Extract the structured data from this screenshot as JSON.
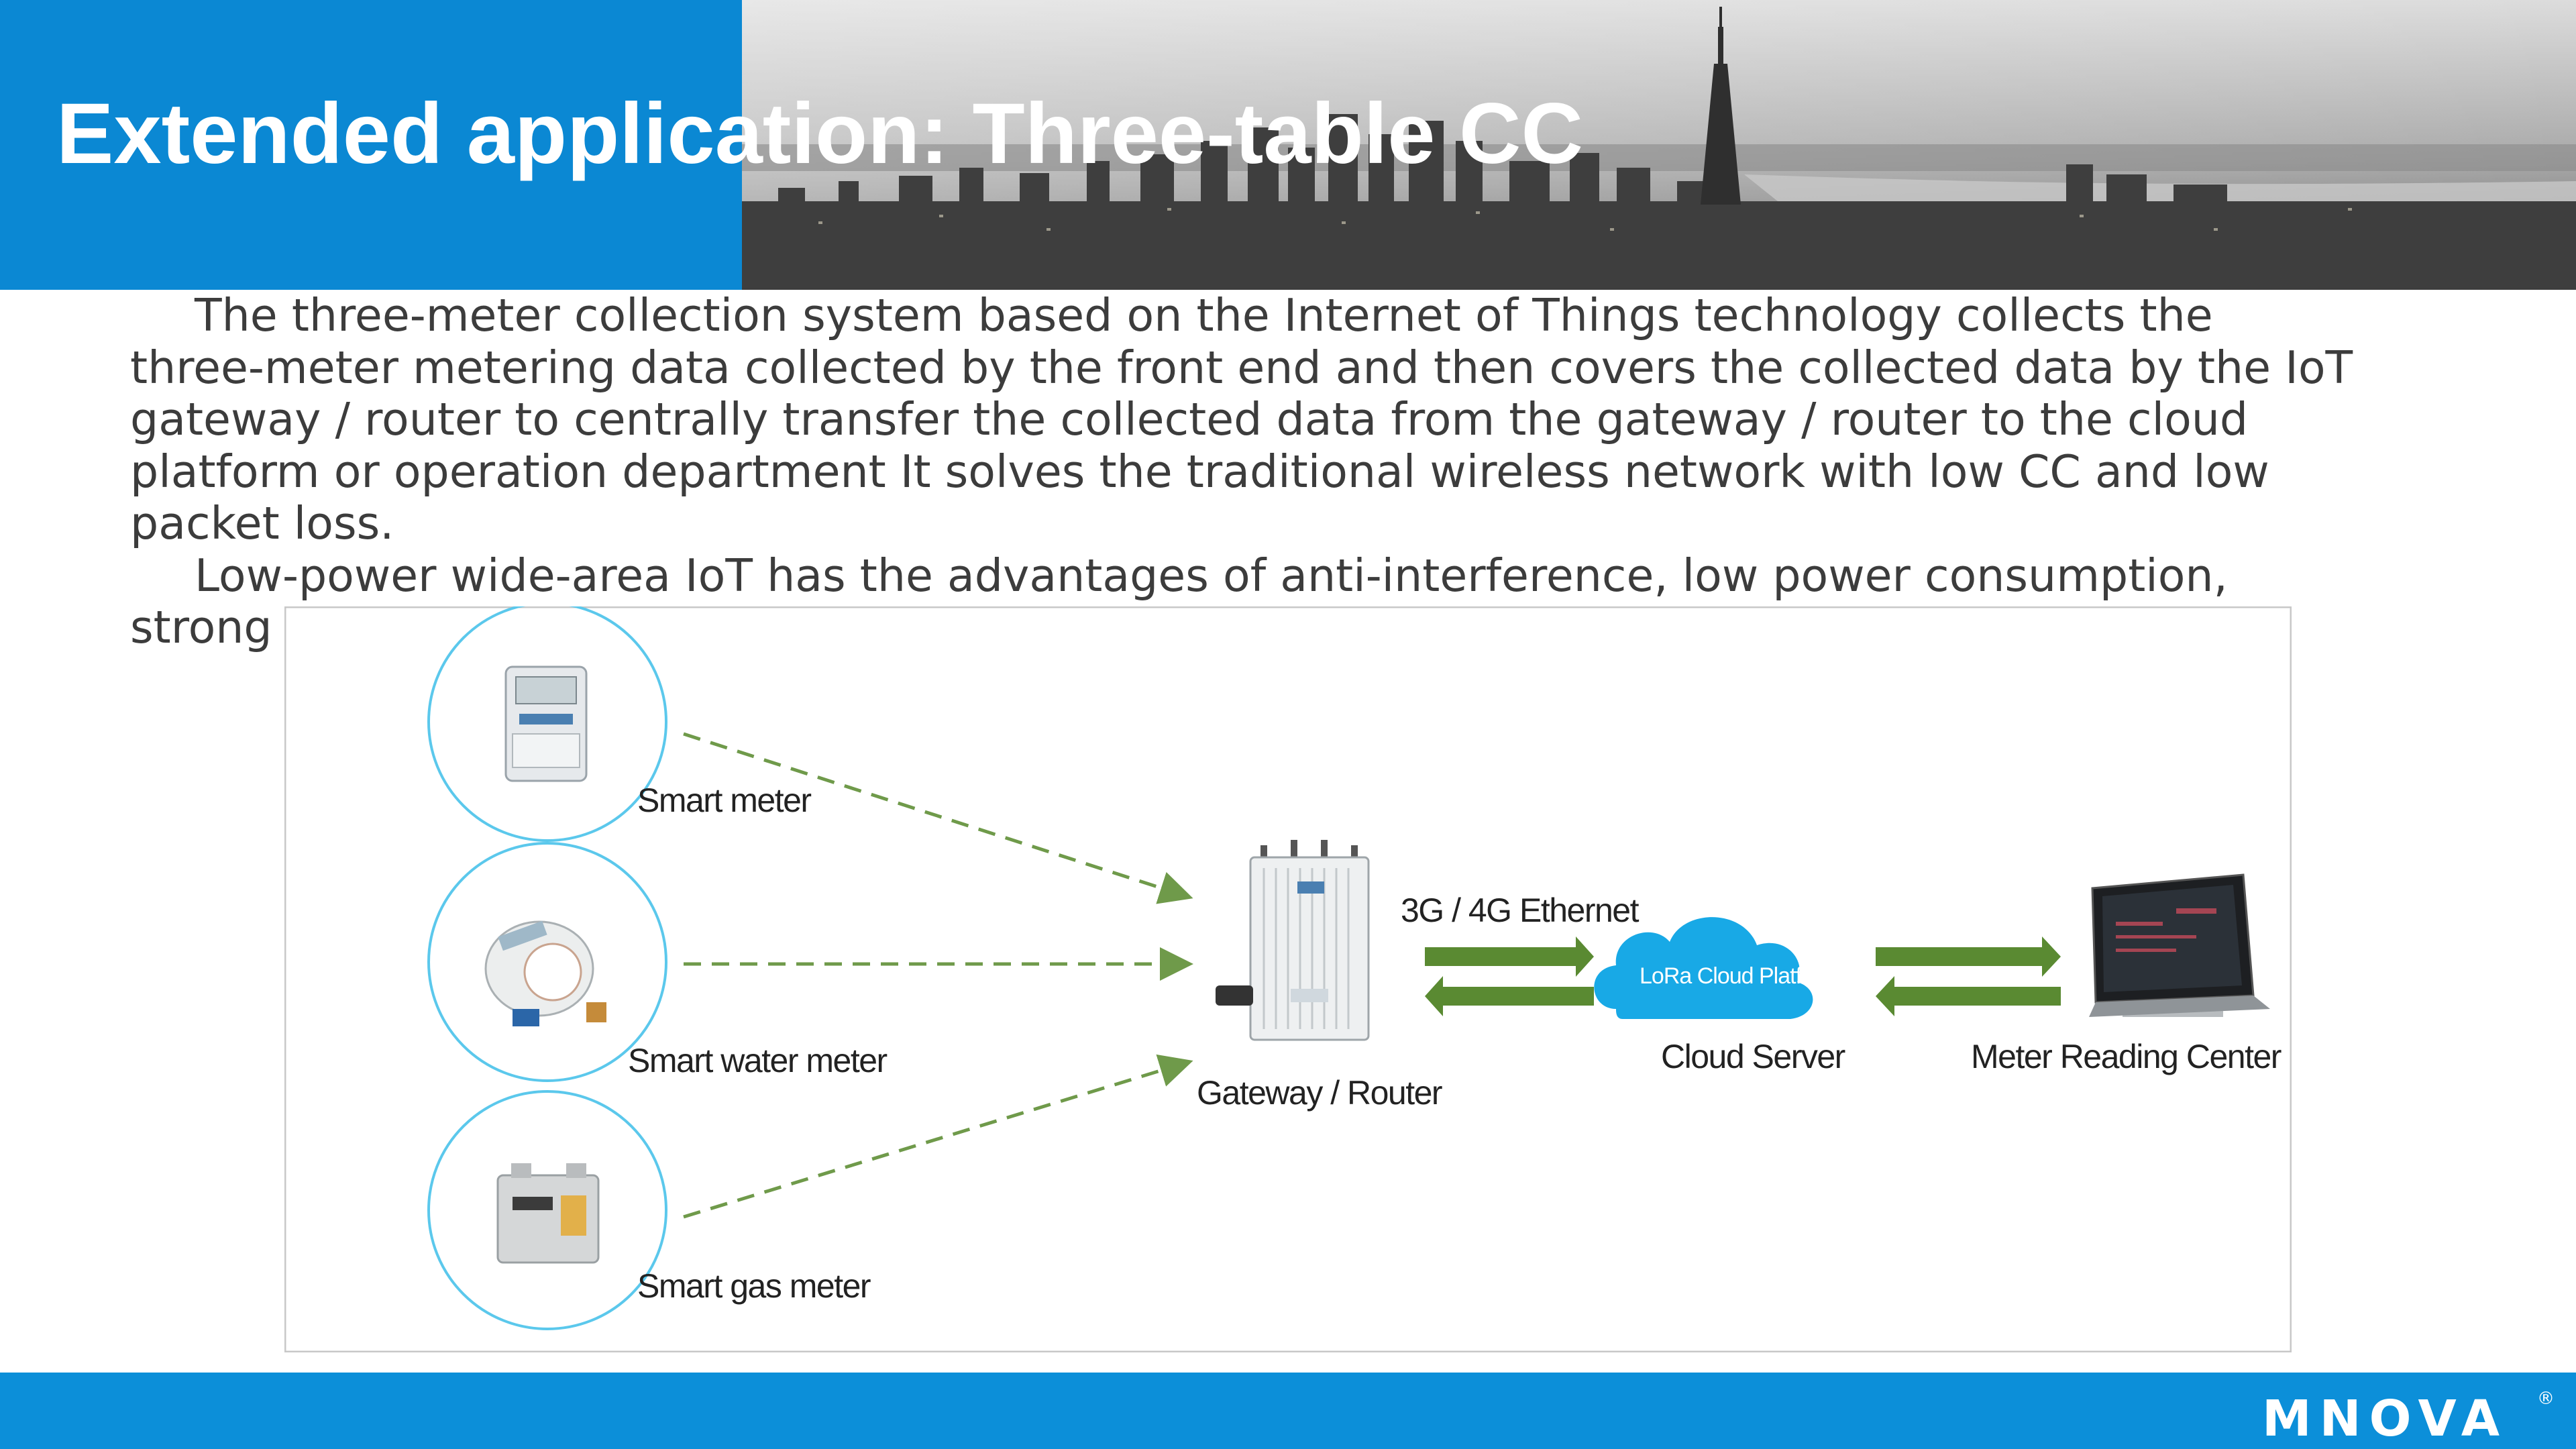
{
  "header": {
    "title": "Extended application: Three-table CC"
  },
  "body": {
    "paragraph_1": "The three-meter collection system based on the Internet of Things technology collects the three-meter metering data collected by the front end and then covers the collected data by the IoT gateway / router to centrally transfer the collected data from the gateway / router to the cloud platform or operation department It solves the traditional wireless network with low CC and low packet loss.",
    "paragraph_2": "Low-power wide-area IoT has the advantages of anti-interference, low power consumption, strong diffraction ability, and easy networking. It is the best choice for three-meter CC."
  },
  "diagram": {
    "smart_meter_label": "Smart meter",
    "smart_water_meter_label": "Smart water meter",
    "smart_gas_meter_label": "Smart gas meter",
    "gateway_label": "Gateway / Router",
    "link_label": "3G / 4G Ethernet",
    "cloud_text": "LoRa Cloud Platform",
    "cloud_server_label": "Cloud Server",
    "meter_reading_center_label": "Meter Reading Center",
    "colors": {
      "circle_stroke": "#5bc8ec",
      "dashed_arrow": "#6f9a4a",
      "double_arrow": "#5a8a32",
      "cloud_fill": "#18a9e6"
    }
  },
  "footer": {
    "brand": "MNOVA",
    "registered_mark": "®",
    "brand_color": "#0c8fd9"
  }
}
